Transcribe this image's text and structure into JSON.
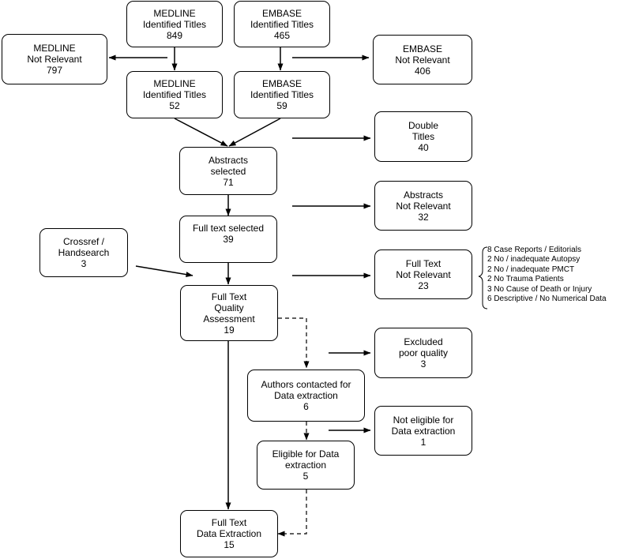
{
  "boxes": {
    "medline_identified": {
      "lines": [
        "MEDLINE",
        "Identified Titles",
        "849"
      ]
    },
    "embase_identified": {
      "lines": [
        "EMBASE",
        "Identified Titles",
        "465"
      ]
    },
    "medline_not_relevant": {
      "lines": [
        "MEDLINE",
        "Not Relevant",
        "797"
      ]
    },
    "embase_not_relevant": {
      "lines": [
        "EMBASE",
        "Not Relevant",
        "406"
      ]
    },
    "medline_identified_2": {
      "lines": [
        "MEDLINE",
        "Identified Titles",
        "52"
      ]
    },
    "embase_identified_2": {
      "lines": [
        "EMBASE",
        "Identified Titles",
        "59"
      ]
    },
    "double_titles": {
      "lines": [
        "Double",
        "Titles",
        "40"
      ]
    },
    "abstracts_selected": {
      "lines": [
        "Abstracts",
        "selected",
        "71"
      ]
    },
    "abstracts_not_relevant": {
      "lines": [
        "Abstracts",
        "Not Relevant",
        "32"
      ]
    },
    "full_text_selected": {
      "lines": [
        "Full text selected",
        "39"
      ]
    },
    "crossref_handsearch": {
      "lines": [
        "Crossref /",
        "Handsearch",
        "3"
      ]
    },
    "full_text_not_relevant": {
      "lines": [
        "Full Text",
        "Not Relevant",
        "23"
      ]
    },
    "quality_assessment": {
      "lines": [
        "Full Text",
        "Quality",
        "Assessment",
        "19"
      ]
    },
    "excluded_poor_quality": {
      "lines": [
        "Excluded",
        "poor quality",
        "3"
      ]
    },
    "authors_contacted": {
      "lines": [
        "Authors contacted for",
        "Data extraction",
        "6"
      ]
    },
    "not_eligible": {
      "lines": [
        "Not eligible for",
        "Data extraction",
        "1"
      ]
    },
    "eligible": {
      "lines": [
        "Eligible for Data",
        "extraction",
        "5"
      ]
    },
    "data_extraction": {
      "lines": [
        "Full Text",
        "Data Extraction",
        "15"
      ]
    }
  },
  "exclusion_reasons": [
    "8 Case Reports / Editorials",
    "2 No / inadequate Autopsy",
    "2 No / inadequate PMCT",
    "2 No Trauma Patients",
    "3 No Cause of Death or Injury",
    "6 Descriptive / No Numerical Data"
  ]
}
